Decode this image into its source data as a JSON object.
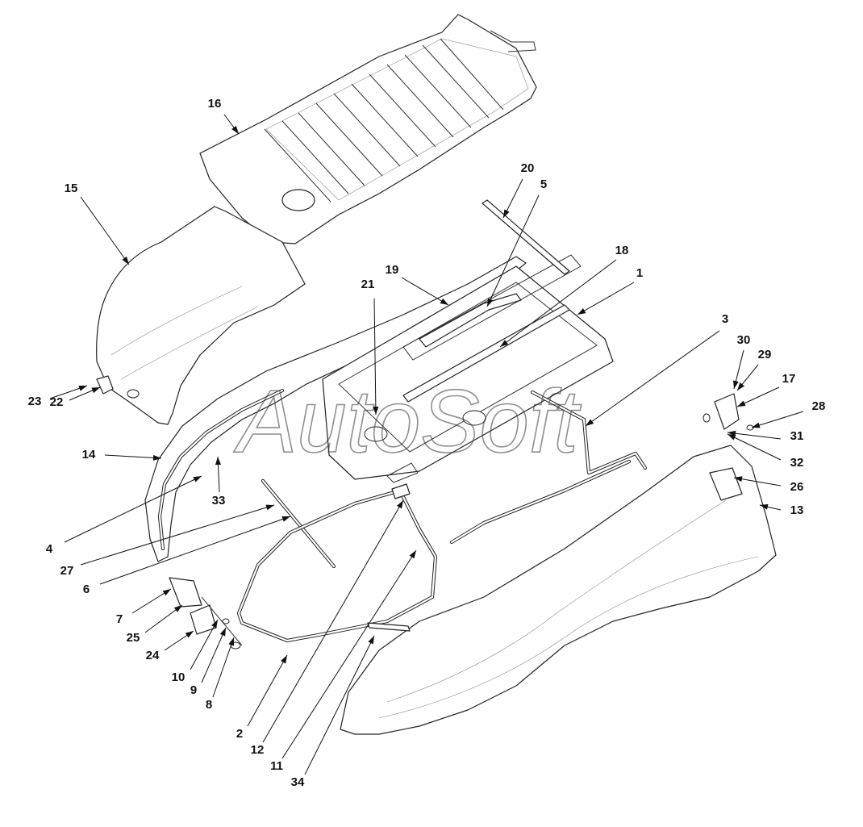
{
  "watermark": "AutoSoft",
  "callouts": [
    {
      "n": "1",
      "id": "frame"
    },
    {
      "n": "2",
      "id": "tube-frame-left"
    },
    {
      "n": "3",
      "id": "tube-frame-right"
    },
    {
      "n": "4",
      "id": "seal-strip-left"
    },
    {
      "n": "5",
      "id": "seal-strip-top"
    },
    {
      "n": "6",
      "id": "cross-bar"
    },
    {
      "n": "7",
      "id": "latch-plate"
    },
    {
      "n": "8",
      "id": "latch-bolt"
    },
    {
      "n": "9",
      "id": "latch-washer"
    },
    {
      "n": "10",
      "id": "latch-nut"
    },
    {
      "n": "11",
      "id": "bracket-bolt"
    },
    {
      "n": "12",
      "id": "hinge-bracket"
    },
    {
      "n": "13",
      "id": "side-panel-right"
    },
    {
      "n": "14",
      "id": "side-panel-left"
    },
    {
      "n": "15",
      "id": "front-cover"
    },
    {
      "n": "16",
      "id": "top-grille"
    },
    {
      "n": "17",
      "id": "lock-plate"
    },
    {
      "n": "18",
      "id": "seal-strip-middle"
    },
    {
      "n": "19",
      "id": "seal-strip-rear"
    },
    {
      "n": "20",
      "id": "seal-strip-upper"
    },
    {
      "n": "21",
      "id": "inner-bolt"
    },
    {
      "n": "22",
      "id": "front-latch"
    },
    {
      "n": "23",
      "id": "front-latch-screw"
    },
    {
      "n": "24",
      "id": "latch-body"
    },
    {
      "n": "25",
      "id": "latch-spring"
    },
    {
      "n": "26",
      "id": "panel-screw"
    },
    {
      "n": "27",
      "id": "bar-nut"
    },
    {
      "n": "28",
      "id": "lock-nut"
    },
    {
      "n": "29",
      "id": "lock-screw"
    },
    {
      "n": "30",
      "id": "lock-washer"
    },
    {
      "n": "31",
      "id": "lock-pin"
    },
    {
      "n": "32",
      "id": "lock-clip"
    },
    {
      "n": "33",
      "id": "edge-seal"
    },
    {
      "n": "34",
      "id": "rubber-pad"
    }
  ]
}
